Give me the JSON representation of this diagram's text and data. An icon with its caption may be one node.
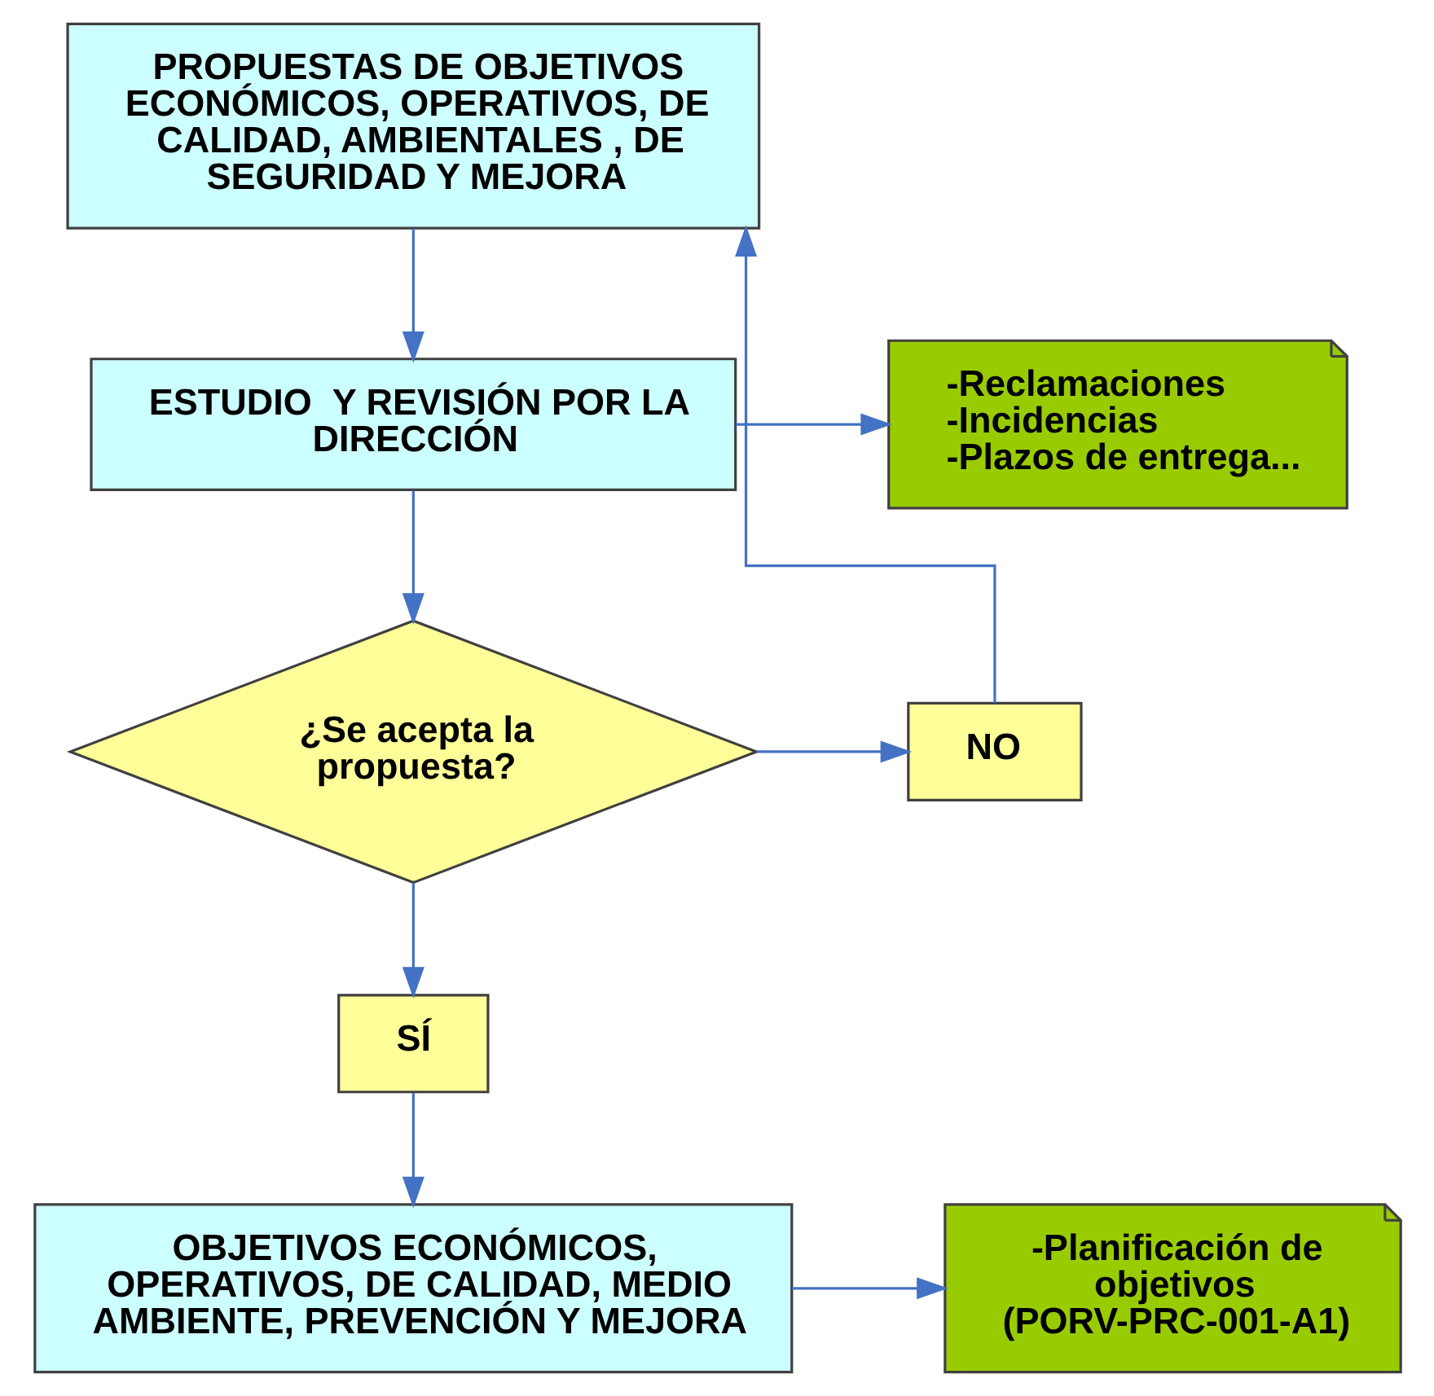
{
  "diagram": {
    "nodes": [
      {
        "text": [
          "PROPUESTAS DE OBJETIVOS ECONÓMICOS, OPERATIVOS, DE CALIDAD, AMBIENTALES , DE SEGURIDAD Y MEJORA"
        ]
      },
      {
        "text": [
          "ESTUDIO  Y REVISIÓN POR LA DIRECCIÓN"
        ]
      },
      {
        "text": [
          "-Reclamaciones",
          "-Incidencias",
          "-Plazos de entrega..."
        ]
      },
      {
        "text": [
          "¿Se acepta la propuesta?"
        ]
      },
      {
        "text": [
          "NO"
        ]
      },
      {
        "text": [
          "SÍ"
        ]
      },
      {
        "text": [
          "OBJETIVOS ECONÓMICOS, OPERATIVOS, DE CALIDAD, MEDIO AMBIENTE, PREVENCIÓN Y MEJORA"
        ]
      },
      {
        "text": [
          "-Planificación de objetivos (PORV-PRC-001-A1)"
        ]
      }
    ],
    "edges": [
      {
        "from": 0,
        "to": 1,
        "arrow": "to"
      },
      {
        "from": 1,
        "to": 2,
        "arrow": "to"
      },
      {
        "from": 1,
        "to": 3,
        "arrow": "to"
      },
      {
        "from": 3,
        "to": 4,
        "arrow": "to"
      },
      {
        "from": 4,
        "to": 0,
        "arrow": "to"
      },
      {
        "from": 3,
        "to": 5,
        "arrow": "to"
      },
      {
        "from": 5,
        "to": 6,
        "arrow": "to"
      },
      {
        "from": 6,
        "to": 7,
        "arrow": "to"
      }
    ]
  }
}
